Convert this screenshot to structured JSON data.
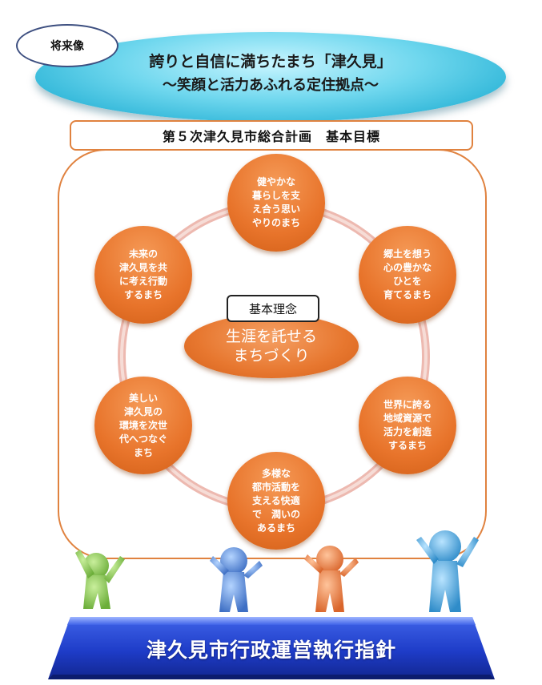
{
  "vision": {
    "tag": "将来像",
    "line1": "誇りと自信に満ちたまち「津久見」",
    "line2": "～笑顔と活力あふれる定住拠点～"
  },
  "plan": {
    "title": "第５次津久見市総合計画　基本目標"
  },
  "philosophy": {
    "label": "基本理念",
    "line1": "生涯を託せる",
    "line2": "まちづくり"
  },
  "goals": [
    {
      "text": "健やかな\n暮らしを支\nえ合う思い\nやりのまち"
    },
    {
      "text": "郷土を想う\n心の豊かな\nひとを\n育てるまち"
    },
    {
      "text": "世界に誇る\n地域資源で\n活力を創造\nするまち"
    },
    {
      "text": "多様な\n都市活動を\n支える快適\nで　潤いの\nあるまち"
    },
    {
      "text": "美しい\n津久見の\n環境を次世\n代へつなぐ\nまち"
    },
    {
      "text": "未来の\n津久見を共\nに考え行動\nするまち"
    }
  ],
  "guideline": {
    "text": "津久見市行政運営執行指針"
  },
  "colors": {
    "orange": "#e8742b",
    "cyan": "#2fb6d8",
    "banner_blue": "#1e3cc8",
    "figures": [
      "#8ecb5a",
      "#5b8fd6",
      "#e87d45",
      "#4aa3d8"
    ]
  }
}
